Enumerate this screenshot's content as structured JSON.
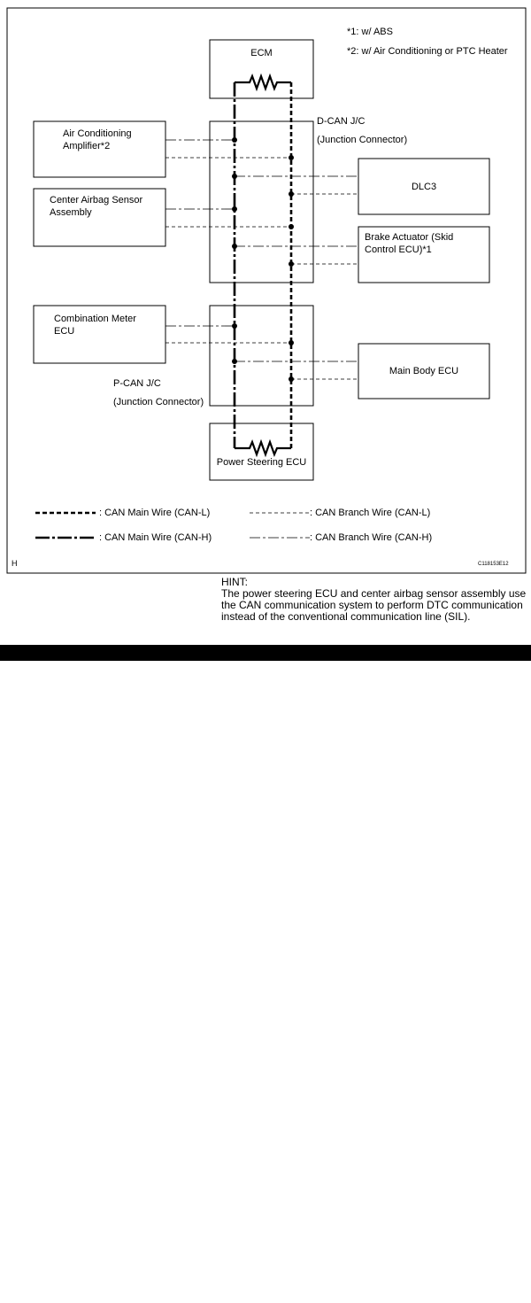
{
  "notes": {
    "abs": "*1: w/ ABS",
    "ac": "*2: w/ Air Conditioning or PTC Heater"
  },
  "boxes": {
    "ecm": "ECM",
    "dcan_jc": "D-CAN J/C\n(Junction Connector)",
    "ac_amp": "Air Conditioning\nAmplifier*2",
    "dlc3": "DLC3",
    "airbag": "Center Airbag Sensor\nAssembly",
    "brake": "Brake Actuator (Skid\nControl ECU)*1",
    "combo_meter": "Combination Meter\nECU",
    "main_body": "Main Body ECU",
    "pcan_jc": "P-CAN J/C\n(Junction Connector)",
    "ps_ecu": "Power Steering ECU"
  },
  "legend": {
    "main_l": ": CAN Main Wire (CAN-L)",
    "branch_l": ": CAN Branch Wire (CAN-L)",
    "main_h": ": CAN Main Wire (CAN-H)",
    "branch_h": ": CAN Branch Wire (CAN-H)"
  },
  "corner_mark": "H",
  "figure_code": "C118153E12",
  "hint": {
    "title": "HINT:",
    "body": "The power steering ECU and center airbag sensor assembly use the CAN communication system to perform DTC communication instead of the conventional communication line (SIL)."
  },
  "watermark": "[868x1055]http://upic.me/"
}
